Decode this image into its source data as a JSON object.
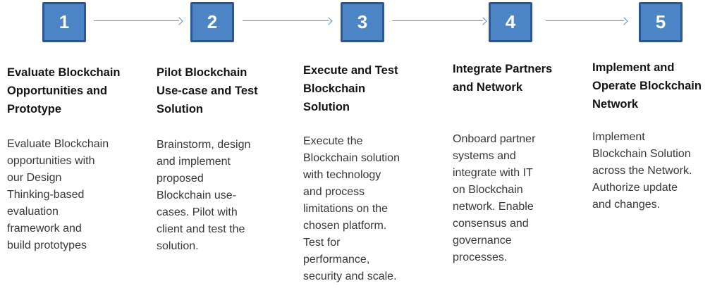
{
  "colors": {
    "box_fill": "#4b85c5",
    "box_border": "#2b5894",
    "arrow_color": "#5b8ec4",
    "heading_text": "#141414",
    "body_text": "#383838"
  },
  "steps": [
    {
      "number": "1",
      "title": "Evaluate Blockchain\nOpportunities and\nPrototype",
      "description": "Evaluate Blockchain\nopportunities with\nour Design\nThinking-based\nevaluation\nframework and\nbuild prototypes"
    },
    {
      "number": "2",
      "title": "Pilot Blockchain\nUse-case and Test\nSolution",
      "description": "Brainstorm, design\nand implement\nproposed\nBlockchain use-\ncases. Pilot with\nclient and test the\nsolution."
    },
    {
      "number": "3",
      "title": "Execute and Test\nBlockchain\nSolution",
      "description": "Execute the\nBlockchain solution\nwith technology\nand process\nlimitations on the\nchosen platform.\nTest for\nperformance,\nsecurity and scale."
    },
    {
      "number": "4",
      "title": "Integrate Partners\nand Network",
      "description": "Onboard partner\nsystems and\nintegrate with IT\non Blockchain\nnetwork. Enable\nconsensus and\ngovernance\nprocesses."
    },
    {
      "number": "5",
      "title": "Implement and\nOperate Blockchain\nNetwork",
      "description": "Implement\nBlockchain Solution\nacross the Network.\nAuthorize update\nand changes."
    }
  ]
}
